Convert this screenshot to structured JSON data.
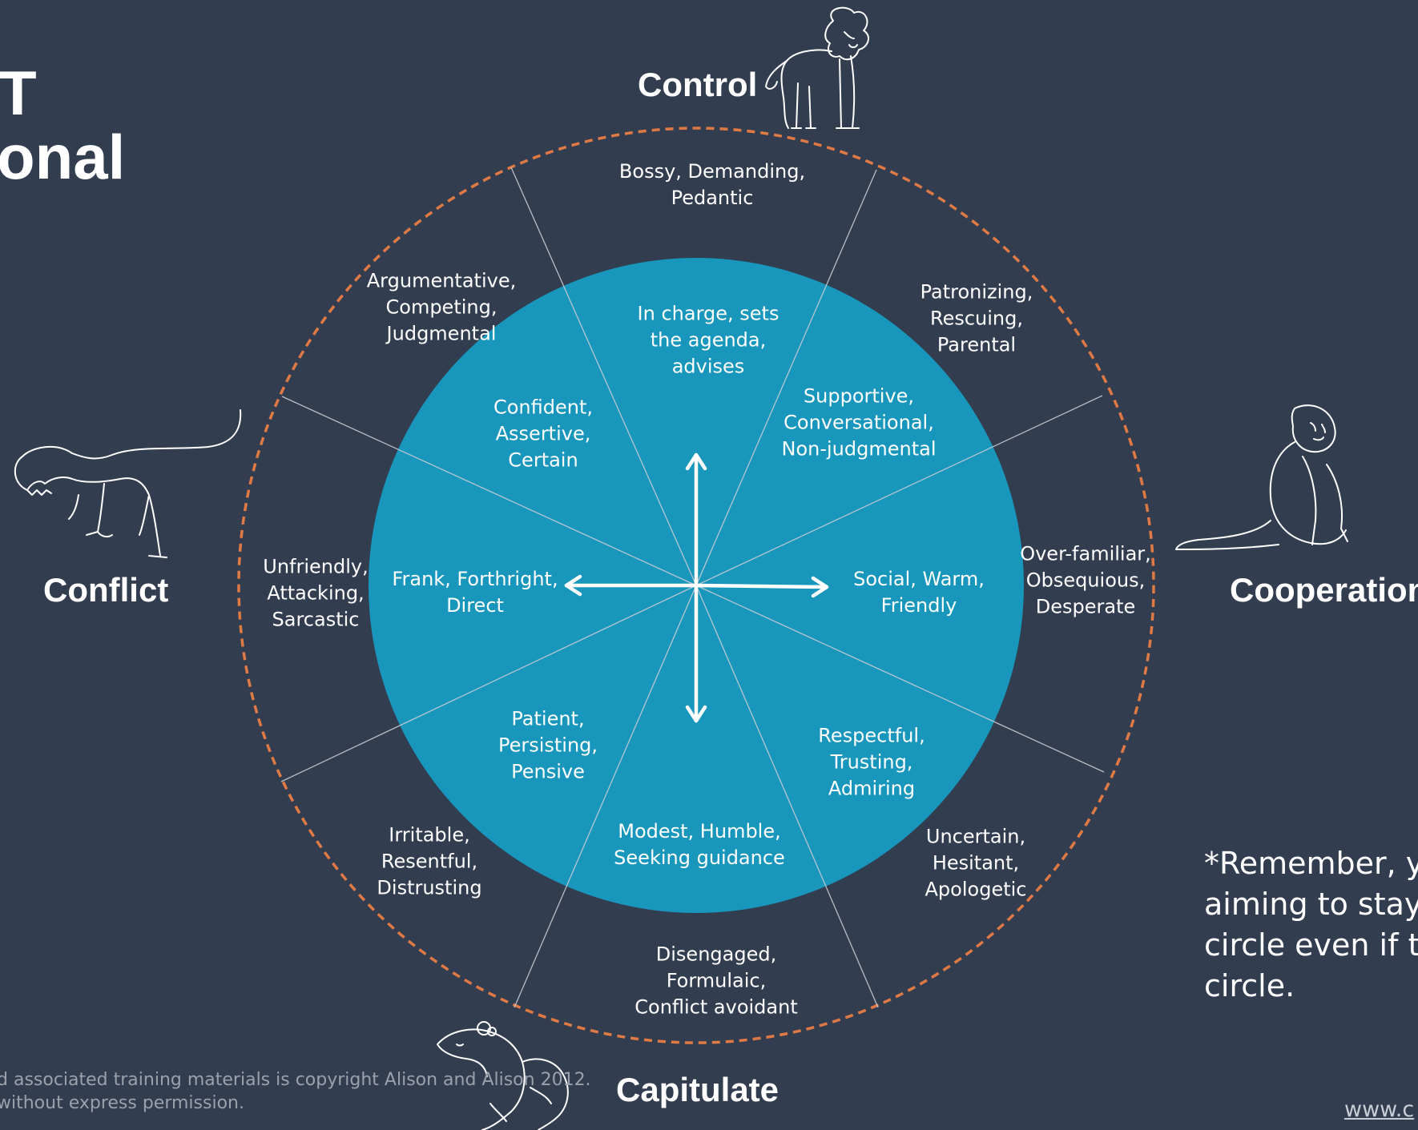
{
  "title": {
    "line1": "T",
    "line2": "onal"
  },
  "poles": {
    "top": "Control",
    "left": "Conflict",
    "right": "Cooperation",
    "bottom": "Capitulate"
  },
  "inner": {
    "top": [
      "In charge, sets",
      "the agenda,",
      "advises"
    ],
    "top_left": [
      "Confident,",
      "Assertive,",
      "Certain"
    ],
    "top_right": [
      "Supportive,",
      "Conversational,",
      "Non-judgmental"
    ],
    "left": [
      "Frank, Forthright,",
      "Direct"
    ],
    "right": [
      "Social, Warm,",
      "Friendly"
    ],
    "bottom_left": [
      "Patient,",
      "Persisting,",
      "Pensive"
    ],
    "bottom_right": [
      "Respectful,",
      "Trusting,",
      "Admiring"
    ],
    "bottom": [
      "Modest, Humble,",
      "Seeking guidance"
    ]
  },
  "outer": {
    "top": [
      "Bossy, Demanding,",
      "Pedantic"
    ],
    "top_left": [
      "Argumentative,",
      "Competing,",
      "Judgmental"
    ],
    "top_right": [
      "Patronizing,",
      "Rescuing,",
      "Parental"
    ],
    "left": [
      "Unfriendly,",
      "Attacking,",
      "Sarcastic"
    ],
    "right": [
      "Over-familiar,",
      "Obsequious,",
      "Desperate"
    ],
    "bottom_left": [
      "Irritable,",
      "Resentful,",
      "Distrusting"
    ],
    "bottom_right": [
      "Uncertain,",
      "Hesitant,",
      "Apologetic"
    ],
    "bottom": [
      "Disengaged,",
      "Formulaic,",
      "Conflict avoidant"
    ]
  },
  "animals": {
    "top": "lion-icon",
    "left": "dinosaur-icon",
    "right": "monkey-icon",
    "bottom": "mouse-icon"
  },
  "note": [
    "*Remember, y",
    "aiming to stay",
    "circle even if th",
    "circle."
  ],
  "copyright": [
    "d associated training materials is copyright Alison and Alison 2012.",
    " without express permission."
  ],
  "website": "www.c",
  "colors": {
    "background": "#333d50",
    "inner_circle": "#1896bb",
    "dashed_ring": "#e07a45",
    "divider": "#c8ccd3",
    "text": "#ffffff"
  }
}
